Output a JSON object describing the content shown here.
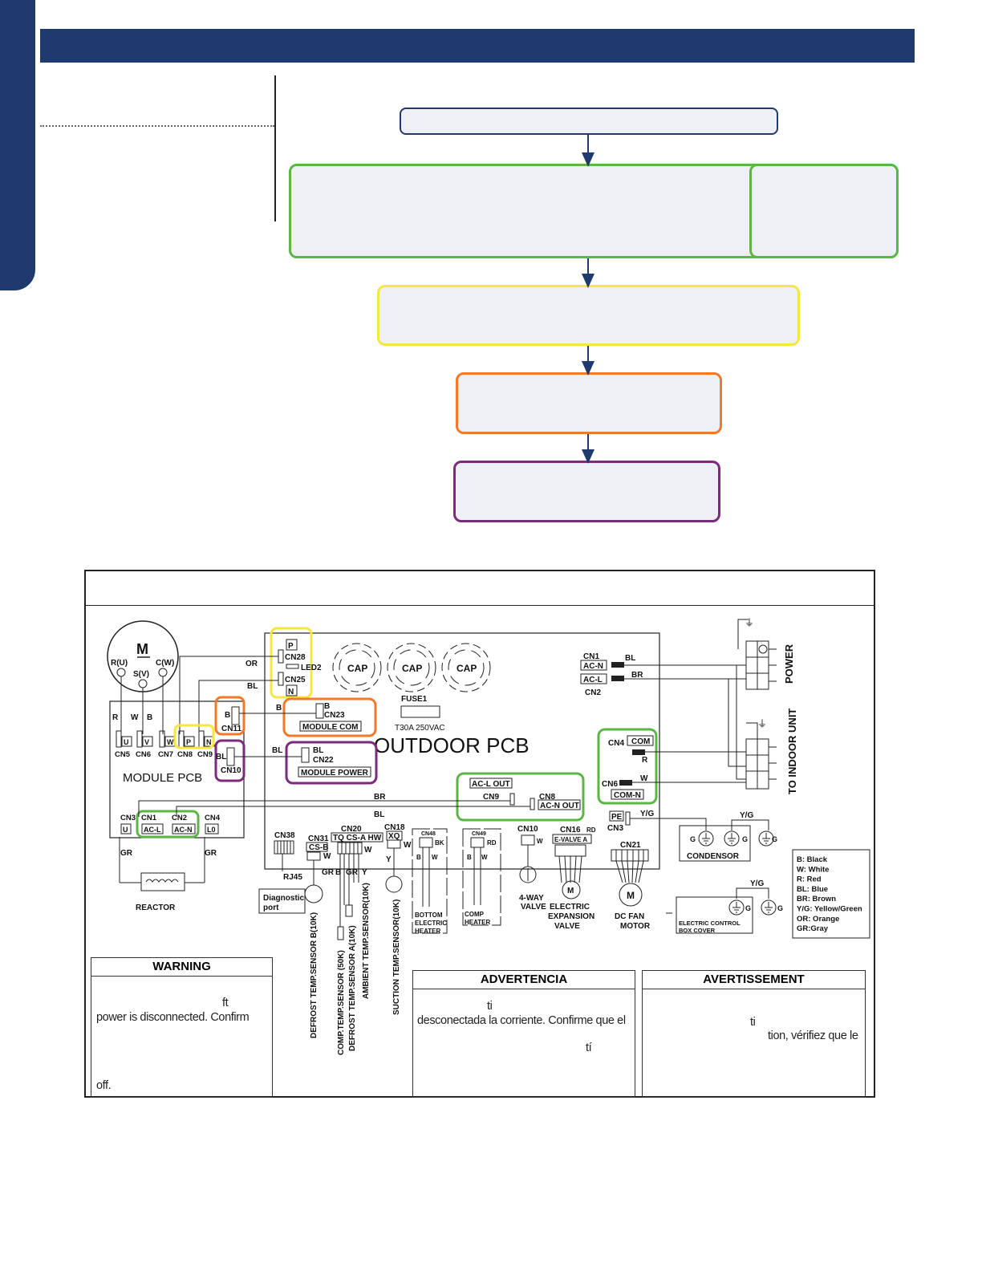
{
  "flow": {
    "title_box": "",
    "step1": "",
    "step1_side": "",
    "step2": "",
    "step3": "",
    "step4": ""
  },
  "pcb": {
    "outdoor_title": "OUTDOOR PCB",
    "module_title": "MODULE PCB",
    "motor_m": "M",
    "motor_pins": [
      "R(U)",
      "S(V)",
      "C(W)"
    ],
    "cap": "CAP",
    "fuse_label": "FUSE1",
    "fuse_rating": "T30A 250VAC",
    "led": "LED2",
    "cn28": "CN28",
    "cn25": "CN25",
    "pin_p": "P",
    "pin_n": "N",
    "cn23": "CN23",
    "module_com": "MODULE COM",
    "cn22": "CN22",
    "module_power": "MODULE POWER",
    "cn11": "CN11",
    "cn10": "CN10",
    "cn1": "CN1",
    "cn2": "CN2",
    "acn": "AC-N",
    "acl": "AC-L",
    "power": "POWER",
    "to_indoor": "TO INDOOR UNIT",
    "cn4": "CN4",
    "com": "COM",
    "cn6": "CN6",
    "comn": "COM-N",
    "acl_out": "AC-L OUT",
    "cn9": "CN9",
    "cn8": "CN8",
    "acn_out": "AC-N OUT",
    "pe": "PE",
    "cn3": "CN3",
    "yg": "Y/G",
    "condensor": "CONDENSOR",
    "electric_box": [
      "ELECTRIC  CONTROL",
      "BOX COVER"
    ],
    "module_pins": [
      "U",
      "V",
      "W",
      "P",
      "N"
    ],
    "module_cns": [
      "CN5",
      "CN6",
      "CN7",
      "CN8",
      "CN9"
    ],
    "module_bottom": [
      "CN3",
      "CN1",
      "CN2",
      "CN4"
    ],
    "module_bottom_pins": [
      "U",
      "AC-L",
      "AC-N",
      "L0"
    ],
    "reactor": "REACTOR",
    "gr": "GR",
    "rj45": "RJ45",
    "cn38": "CN38",
    "diag_port": [
      "Diagnostic",
      "port"
    ],
    "cn31": "CN31",
    "csb": "CS-B",
    "cn20": "CN20",
    "tq": "TQ CS-A HW",
    "cn18": "CN18",
    "xq": "XQ",
    "cn48": "CN48",
    "cn49": "CN49",
    "cn10b": "CN10",
    "cn16": "CN16",
    "evalve": "E-VALVE A",
    "cn21": "CN21",
    "sensors": [
      "DEFROST TEMP.SENSOR  B(10K)",
      "COMP.TEMP.SENSOR  (50K)",
      "DEFROST TEMP.SENSOR  A(10K)",
      "AMBIENT  TEMP.SENSOR(10K)",
      "SUCTION  TEMP.SENSOR(10K)"
    ],
    "bottom_heater": [
      "BOTTOM",
      "ELECTRIC",
      "HEATER"
    ],
    "comp_heater": [
      "COMP",
      "HEATER"
    ],
    "fourway": [
      "4-WAY",
      "VALVE"
    ],
    "eev": [
      "ELECTRIC",
      "EXPANSION",
      "VALVE"
    ],
    "dcfan": [
      "DC FAN",
      "MOTOR"
    ],
    "wire_letters": {
      "or": "OR",
      "bl": "BL",
      "b": "B",
      "br": "BR",
      "r": "R",
      "w": "W",
      "bk": "BK",
      "rd": "RD",
      "y": "Y",
      "g": "G"
    }
  },
  "legend": [
    "B:  Black",
    "W:  White",
    "R:  Red",
    "BL:  Blue",
    "BR:  Brown",
    "Y/G:  Yellow/Green",
    "OR:  Orange",
    "GR:Gray"
  ],
  "warnings": {
    "en_title": "WARNING",
    "en_frag1": "ft",
    "en_frag2": "power is disconnected. Confirm",
    "en_frag3": "off.",
    "es_title": "ADVERTENCIA",
    "es_frag1": "ti",
    "es_frag2": "desconectada la corriente. Confirme que el",
    "es_frag3": "tí",
    "fr_title": "AVERTISSEMENT",
    "fr_frag1": "ti",
    "fr_frag2": "tion, vérifiez que le"
  },
  "colors": {
    "navy": "#1e3a6e",
    "green": "#5cb644",
    "yellow": "#f5e642",
    "orange": "#ef7a2a",
    "purple": "#7b2a7e"
  }
}
